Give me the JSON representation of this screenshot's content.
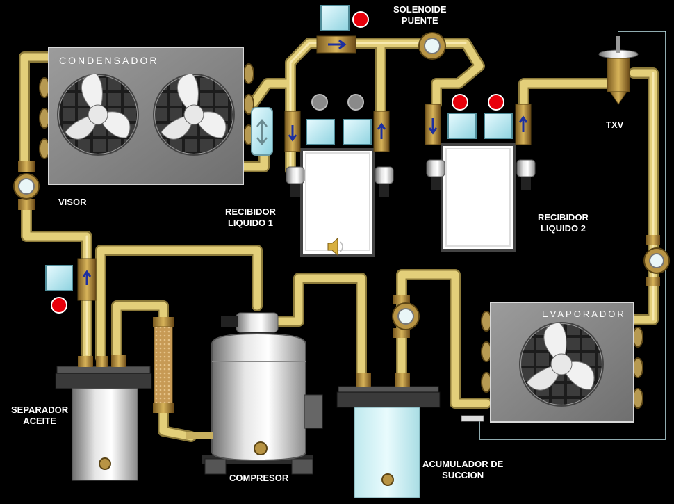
{
  "components": {
    "condensador": "CONDENSADOR",
    "evaporador": "EVAPORADOR",
    "visor": "VISOR",
    "solenoide_puente": "SOLENOIDE\nPUENTE",
    "recibidor_1": "RECIBIDOR\nLIQUIDO 1",
    "recibidor_2": "RECIBIDOR\nLIQUIDO 2",
    "txv": "TXV",
    "separador": "SEPARADOR\nACEITE",
    "compresor": "COMPRESOR",
    "acumulador": "ACUMULADOR  DE\nSUCCION"
  },
  "status_indicators": {
    "solenoide_puente": "active",
    "recibidor_1_left": "inactive",
    "recibidor_1_right": "inactive",
    "recibidor_2_left": "active",
    "recibidor_2_right": "active",
    "separador_solenoide": "active"
  },
  "colors": {
    "active": "#e8000b",
    "inactive": "#8a8a8a",
    "pipe": "#e3cf7a",
    "background": "#000000"
  }
}
